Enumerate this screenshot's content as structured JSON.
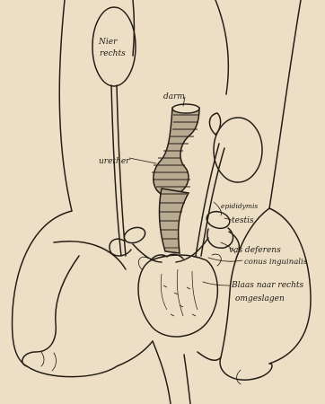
{
  "labels": {
    "kidney_line1": "Nier",
    "kidney_line2": "rechts",
    "intestine": "darm",
    "ureter": "urether",
    "epididymis": "epididymis",
    "testis": "testis",
    "vas_deferens": "vas deferens",
    "conus": "conus inguinalis",
    "bladder_line1": "Blaas naar rechts",
    "bladder_line2": "omgeslagen"
  }
}
